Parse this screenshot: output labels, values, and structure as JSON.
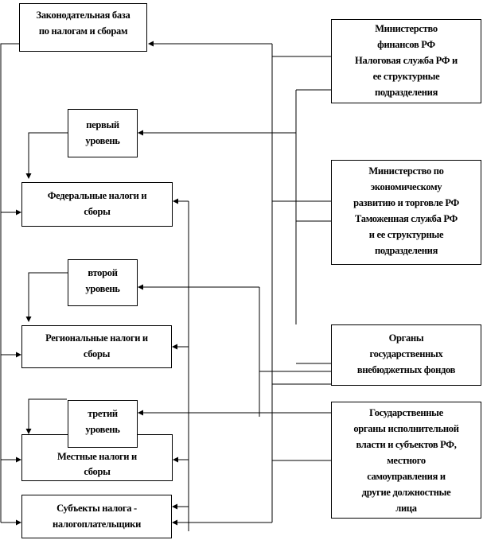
{
  "boxes": {
    "law": {
      "lines": [
        "Законодательная база",
        "по налогам и сборам"
      ]
    },
    "minfin": {
      "lines": [
        "Министерство",
        "финансов РФ",
        "Налоговая служба РФ и",
        "ее структурные",
        "подразделения"
      ]
    },
    "level1": {
      "lines": [
        "первый",
        "уровень"
      ]
    },
    "federal": {
      "lines": [
        "Федеральные налоги и",
        "сборы"
      ]
    },
    "minecon": {
      "lines": [
        "Министерство по",
        "экономическому",
        "развитию и торговле РФ",
        "Таможенная служба РФ",
        "и ее структурные",
        "подразделения"
      ]
    },
    "level2": {
      "lines": [
        "второй",
        "уровень"
      ]
    },
    "regional": {
      "lines": [
        "Региональные налоги и",
        "сборы"
      ]
    },
    "funds": {
      "lines": [
        "Органы",
        "государственных",
        "внебюджетных фондов"
      ]
    },
    "level3": {
      "lines": [
        "третий",
        "уровень"
      ]
    },
    "local": {
      "lines": [
        "Местные налоги и",
        "сборы"
      ]
    },
    "authorities": {
      "lines": [
        "Государственные",
        "органы исполнительной",
        "власти и субъектов РФ,",
        "местного",
        "самоуправления и",
        "другие должностные",
        "лица"
      ]
    },
    "taxpayers": {
      "lines": [
        "Субъекты налога -",
        "налогоплательщики"
      ]
    }
  }
}
